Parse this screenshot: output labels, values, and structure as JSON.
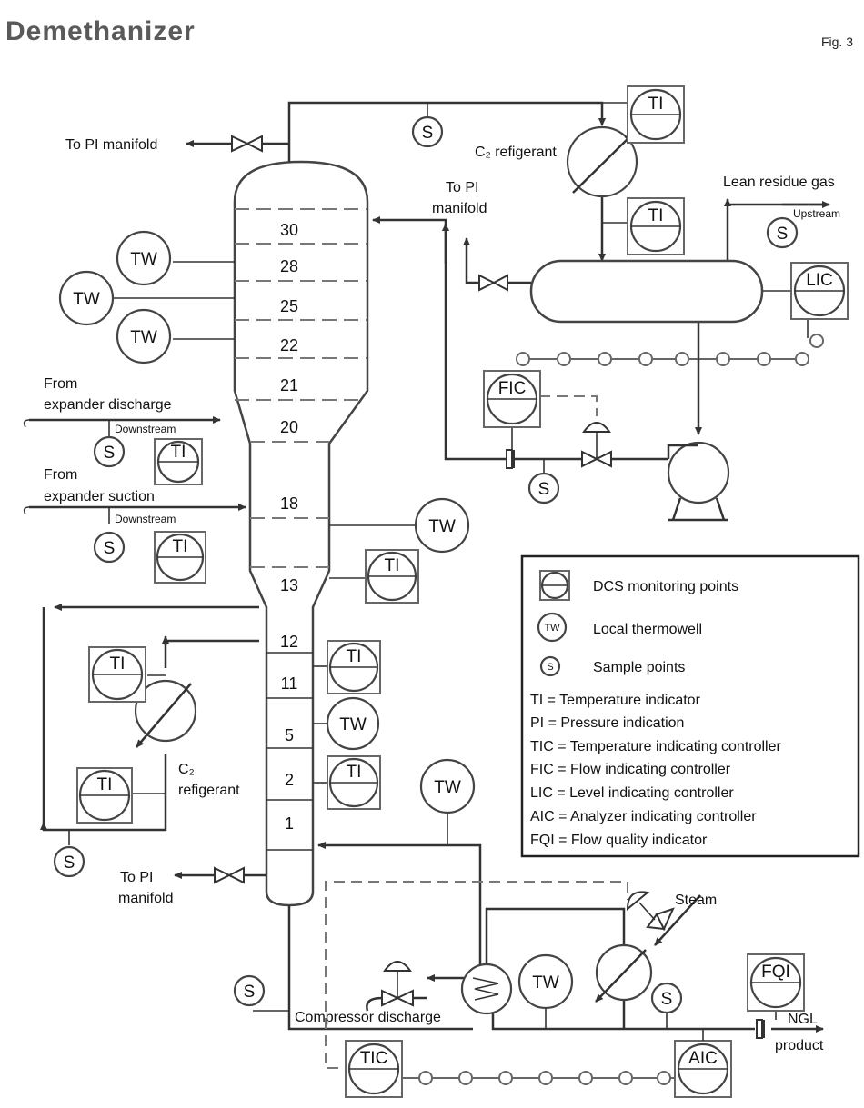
{
  "title": "Demethanizer",
  "figure_label": "Fig. 3",
  "trays": [
    "30",
    "28",
    "25",
    "22",
    "21",
    "20",
    "18",
    "13",
    "12",
    "11",
    "5",
    "2",
    "1"
  ],
  "instruments": {
    "ti": "TI",
    "tw": "TW",
    "lic": "LIC",
    "fic": "FIC",
    "tic": "TIC",
    "aic": "AIC",
    "fqi": "FQI",
    "s": "S"
  },
  "labels": {
    "to_pi_manifold_top": "To PI manifold",
    "c2_refrigerant_top": "C₂ refigerant",
    "to_pi_1": "To PI",
    "to_pi_2": "manifold",
    "lean_residue_gas": "Lean residue gas",
    "upstream": "Upstream",
    "from_1": "From",
    "expander_discharge": "expander discharge",
    "downstream_1": "Downstream",
    "from_2": "From",
    "expander_suction": "expander suction",
    "downstream_2": "Downstream",
    "c2_1": "C₂",
    "refigerant_2": "refigerant",
    "to_pi_bottom_1": "To PI",
    "to_pi_bottom_2": "manifold",
    "steam": "Steam",
    "compressor_discharge": "Compressor discharge",
    "ngl": "NGL",
    "product": "product"
  },
  "legend": {
    "items": [
      {
        "symbol": "dcs",
        "text": "DCS monitoring points"
      },
      {
        "symbol": "tw",
        "symbol_text": "TW",
        "text": "Local thermowell"
      },
      {
        "symbol": "s",
        "symbol_text": "S",
        "text": "Sample points"
      }
    ],
    "definitions": [
      "TI = Temperature indicator",
      "PI = Pressure indication",
      "TIC = Temperature indicating controller",
      "FIC = Flow indicating controller",
      "LIC = Level indicating controller",
      "AIC = Analyzer indicating controller",
      "FQI = Flow quality indicator"
    ]
  }
}
